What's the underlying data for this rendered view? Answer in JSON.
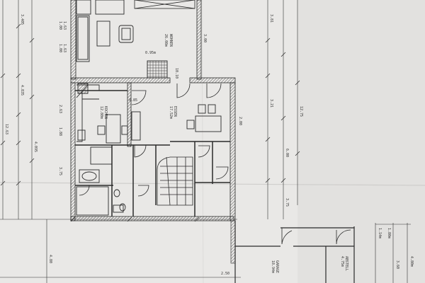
{
  "labels": {
    "room_wohnen_name": "WOHNEN",
    "room_wohnen_area": "26.08m",
    "room_kochen_name": "KOCHEN",
    "room_kochen_area": "12.80m",
    "room_essen_name": "ESSEN",
    "room_essen_area": "17.52m",
    "room_garage_name": "GARAGE",
    "room_garage_area": "18.94m",
    "room_abstell_name": "ABSTELL",
    "room_abstell_area": "4.75m",
    "dim_095": "0.95m",
    "dim_085": "0.85",
    "dim_1010": "10.10",
    "dim_100a": "1.00",
    "dim_163a": "1.63",
    "dim_100b": "1.00",
    "dim_163b": "1.63",
    "dim_300": "3.00",
    "dim_263": "2.63",
    "dim_188": "1.88",
    "dim_200": "2.00",
    "dim_375a": "3.75",
    "dim_1263": "12.63",
    "dim_3405": "3.405",
    "dim_4835": "4.835",
    "dim_4095": "4.095",
    "dim_381": "3.81",
    "dim_321": "3.21",
    "dim_1275": "12.75",
    "dim_480": "4.80",
    "dim_600": "6.00",
    "dim_375b": "3.75",
    "dim_250": "2.50",
    "dim_360": "3.60",
    "dim_480b": "4.80m",
    "dim_114": "1.14m",
    "dim_180": "1.80m"
  },
  "colors": {
    "paper": "#e9e8e6",
    "ink": "#2a2a2a",
    "wall_hatch": "#555555"
  }
}
